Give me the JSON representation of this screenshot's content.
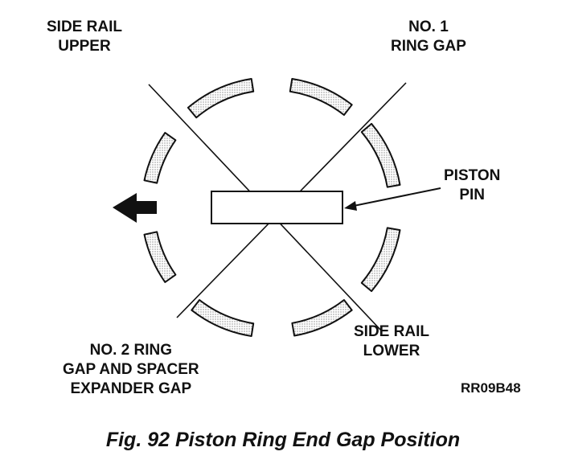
{
  "labels": {
    "side_rail_upper": [
      "SIDE RAIL",
      "UPPER"
    ],
    "no1_ring_gap": [
      "NO. 1",
      "RING GAP"
    ],
    "piston_pin": [
      "PISTON",
      "PIN"
    ],
    "side_rail_lower": [
      "SIDE RAIL",
      "LOWER"
    ],
    "no2_ring_gap": [
      "NO. 2 RING",
      "GAP AND SPACER",
      "EXPANDER GAP"
    ],
    "figure_code": "RR09B48"
  },
  "caption": "Fig. 92 Piston Ring End Gap Position",
  "colors": {
    "ink": "#111111",
    "ring_fill": "#d9d9d9",
    "background": "#ffffff"
  },
  "icons": {
    "direction": "arrow-left-icon"
  }
}
